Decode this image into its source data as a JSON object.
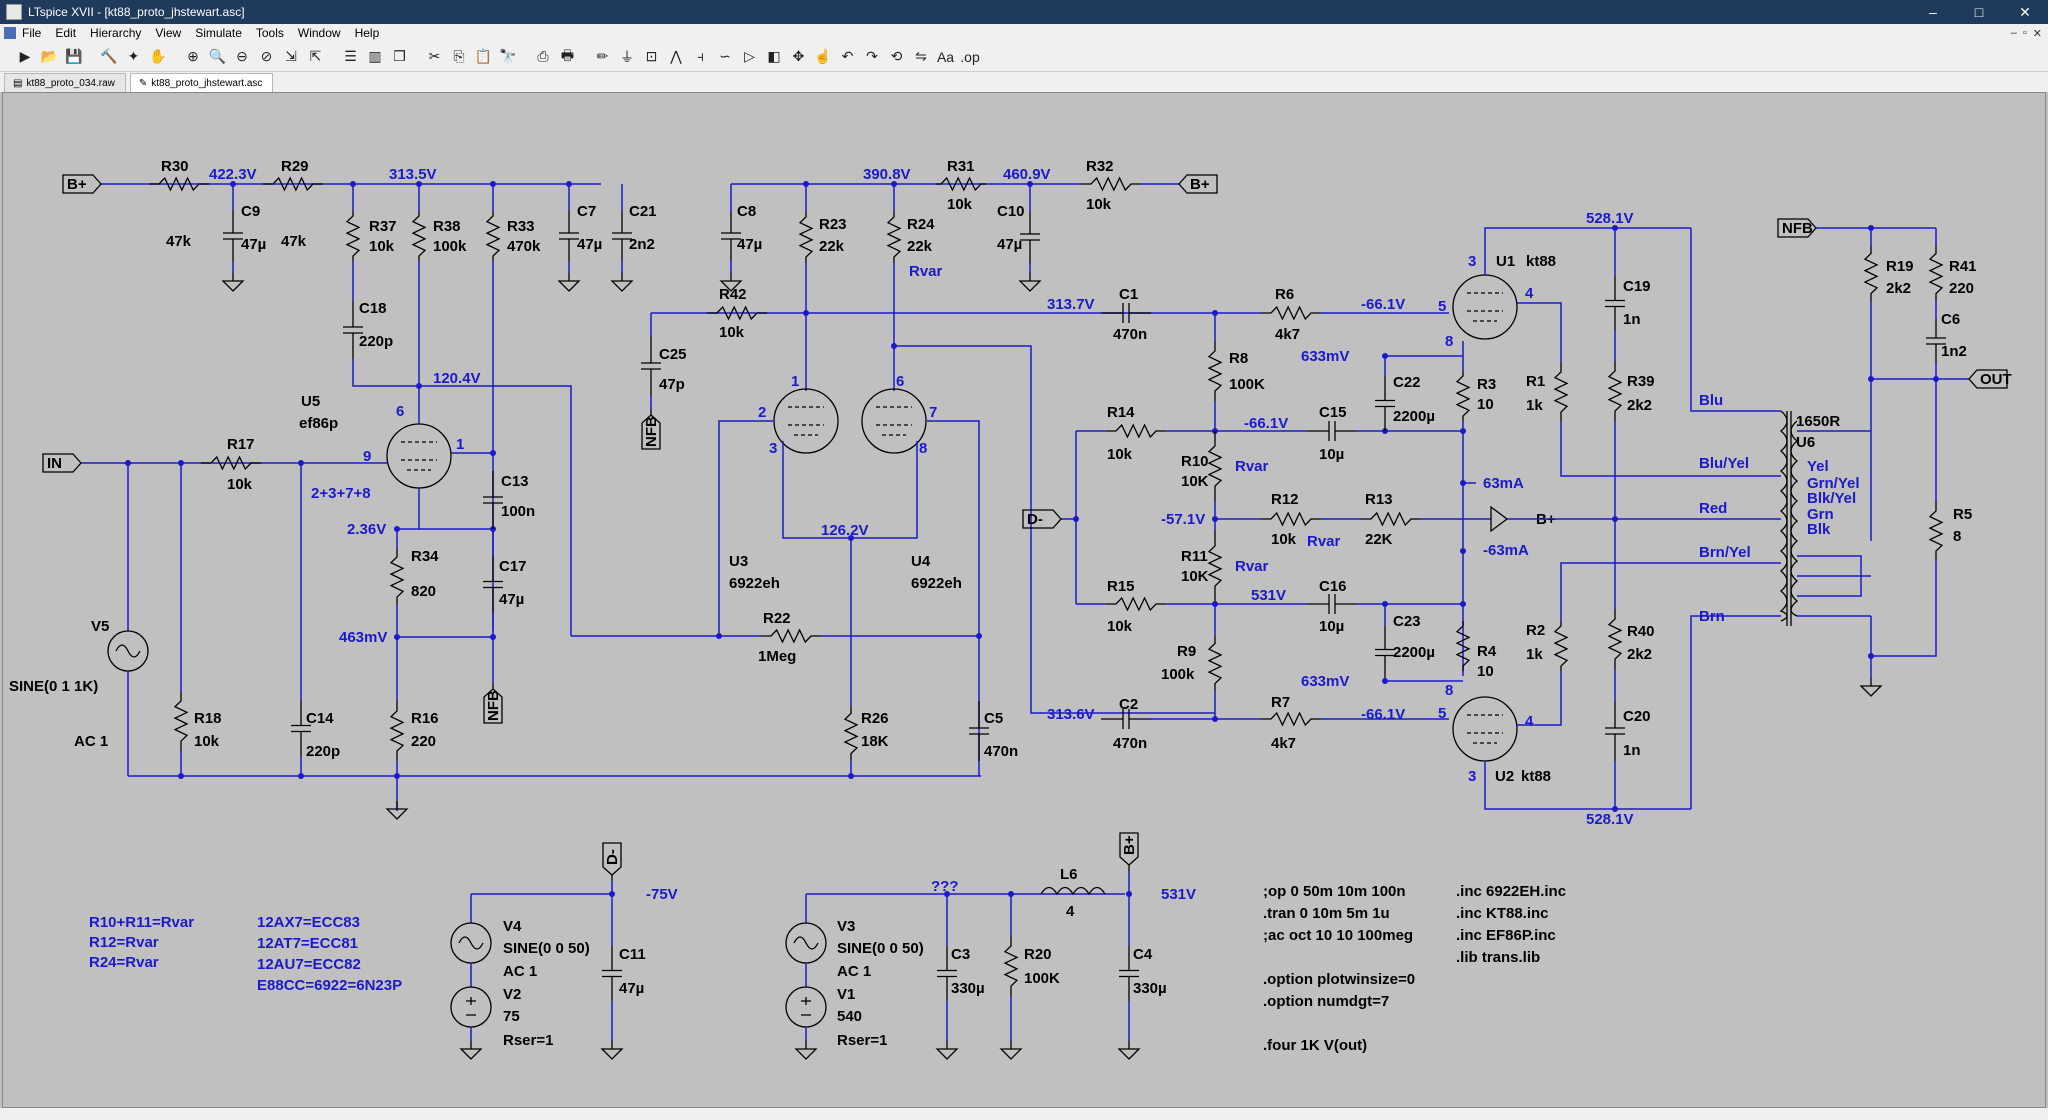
{
  "window": {
    "title": "LTspice XVII - [kt88_proto_jhstewart.asc]",
    "minimize": "–",
    "maximize": "□",
    "close": "✕"
  },
  "menu": [
    "File",
    "Edit",
    "Hierarchy",
    "View",
    "Simulate",
    "Tools",
    "Window",
    "Help"
  ],
  "mdi_controls": [
    "–",
    "▫",
    "✕"
  ],
  "toolbar_icons": [
    "run-icon",
    "open-icon",
    "save-icon",
    "control-panel-icon",
    "run-pointer-icon",
    "pan-icon",
    "zoom-in-icon",
    "zoom-area-icon",
    "zoom-out-icon",
    "zoom-cancel-icon",
    "autorange-icon",
    "fit-icon",
    "tile-horizontal-icon",
    "tile-vertical-icon",
    "cascade-icon",
    "cut-icon",
    "copy-icon",
    "paste-icon",
    "find-icon",
    "print-setup-icon",
    "print-icon",
    "draw-wire-icon",
    "ground-icon",
    "label-net-icon",
    "resistor-icon",
    "capacitor-icon",
    "inductor-icon",
    "diode-icon",
    "component-icon",
    "move-icon",
    "drag-icon",
    "undo-icon",
    "redo-icon",
    "rotate-icon",
    "mirror-icon",
    "text-icon",
    "spice-directive-icon"
  ],
  "tabs": [
    {
      "label": "kt88_proto_034.raw",
      "active": false
    },
    {
      "label": "kt88_proto_jhstewart.asc",
      "active": true
    }
  ],
  "schematic": {
    "ports": {
      "bplus": "B+",
      "in": "IN",
      "nfb": "NFB",
      "dminus": "D-",
      "out": "OUT"
    },
    "components": {
      "R30": [
        "R30",
        "47k"
      ],
      "R29": [
        "R29",
        "47k"
      ],
      "C9": [
        "C9",
        "47µ"
      ],
      "R37": [
        "R37",
        "10k"
      ],
      "R38": [
        "R38",
        "100k"
      ],
      "R33": [
        "R33",
        "470k"
      ],
      "C7": [
        "C7",
        "47µ"
      ],
      "C21": [
        "C21",
        "2n2"
      ],
      "C18": [
        "C18",
        "220p"
      ],
      "U5": [
        "U5",
        "ef86p"
      ],
      "R17": [
        "R17",
        "10k"
      ],
      "C13": [
        "C13",
        "100n"
      ],
      "R34": [
        "R34",
        "820"
      ],
      "C17": [
        "C17",
        "47µ"
      ],
      "R16": [
        "R16",
        "220"
      ],
      "V5": [
        "V5",
        "SINE(0 1 1K)",
        "AC 1"
      ],
      "R18": [
        "R18",
        "10k"
      ],
      "C14": [
        "C14",
        "220p"
      ],
      "C8": [
        "C8",
        "47µ"
      ],
      "R23": [
        "R23",
        "22k"
      ],
      "R24": [
        "R24",
        "22k",
        "Rvar"
      ],
      "R31": [
        "R31",
        "10k"
      ],
      "C10": [
        "C10",
        "47µ"
      ],
      "R32": [
        "R32",
        "10k"
      ],
      "R42": [
        "R42",
        "10k"
      ],
      "C25": [
        "C25",
        "47p"
      ],
      "U3": [
        "U3",
        "6922eh"
      ],
      "U4": [
        "U4",
        "6922eh"
      ],
      "R22": [
        "R22",
        "1Meg"
      ],
      "R26": [
        "R26",
        "18K"
      ],
      "C5": [
        "C5",
        "470n"
      ],
      "C1": [
        "C1",
        "470n"
      ],
      "C2": [
        "C2",
        "470n"
      ],
      "R8": [
        "R8",
        "100K"
      ],
      "R14": [
        "R14",
        "10k"
      ],
      "C15": [
        "C15",
        "10µ"
      ],
      "C22": [
        "C22",
        "2200µ"
      ],
      "R10": [
        "R10",
        "10K",
        "Rvar"
      ],
      "R12": [
        "R12",
        "10k",
        "Rvar"
      ],
      "R13": [
        "R13",
        "22K"
      ],
      "R11": [
        "R11",
        "10K",
        "Rvar"
      ],
      "R15": [
        "R15",
        "10k"
      ],
      "C16": [
        "C16",
        "10µ"
      ],
      "C23": [
        "C23",
        "2200µ"
      ],
      "R9": [
        "R9",
        "100k"
      ],
      "R6": [
        "R6",
        "4k7"
      ],
      "R7": [
        "R7",
        "4k7"
      ],
      "R3": [
        "R3",
        "10"
      ],
      "R4": [
        "R4",
        "10"
      ],
      "R1": [
        "R1",
        "1k"
      ],
      "R2": [
        "R2",
        "1k"
      ],
      "U1": [
        "U1",
        "kt88"
      ],
      "U2": [
        "U2",
        "kt88"
      ],
      "C19": [
        "C19",
        "1n"
      ],
      "R39": [
        "R39",
        "2k2"
      ],
      "R40": [
        "R40",
        "2k2"
      ],
      "C20": [
        "C20",
        "1n"
      ],
      "U6": [
        "1650R",
        "U6"
      ],
      "R19": [
        "R19",
        "2k2"
      ],
      "R41": [
        "R41",
        "220"
      ],
      "C6": [
        "C6",
        "1n2"
      ],
      "R5": [
        "R5",
        "8"
      ],
      "V4": [
        "V4",
        "SINE(0 0 50)",
        "AC 1"
      ],
      "V2": [
        "V2",
        "75",
        "Rser=1"
      ],
      "C11": [
        "C11",
        "47µ"
      ],
      "V3": [
        "V3",
        "SINE(0 0 50)",
        "AC 1"
      ],
      "V1": [
        "V1",
        "540",
        "Rser=1"
      ],
      "C3": [
        "C3",
        "330µ"
      ],
      "R20": [
        "R20",
        "100K"
      ],
      "L6": [
        "L6",
        "4"
      ],
      "C4": [
        "C4",
        "330µ"
      ]
    },
    "node_labels": {
      "v422": "422.3V",
      "v313a": "313.5V",
      "v390": "390.8V",
      "v460": "460.9V",
      "v528a": "528.1V",
      "v528b": "528.1V",
      "v313_7": "313.7V",
      "v313_6": "313.6V",
      "v66a": "-66.1V",
      "v66b": "-66.1V",
      "v66c": "-66.1V",
      "v57": "-57.1V",
      "v633a": "633mV",
      "v633b": "633mV",
      "v120": "120.4V",
      "v2p36": "2.36V",
      "v463": "463mV",
      "v126": "126.2V",
      "v531a": "531V",
      "i63a": "63mA",
      "i63b": "-63mA",
      "v75": "-75V",
      "vqqq": "???",
      "v531b": "531V",
      "bplus_mid": "B+",
      "p2378": "2+3+7+8",
      "pin6u5": "6",
      "pin1u5": "1",
      "pin9u5": "9",
      "pin1u3": "1",
      "pin2u3": "2",
      "pin3u3": "3",
      "pin6u4": "6",
      "pin7u4": "7",
      "pin8u4": "8",
      "pin3u1": "3",
      "pin4u1": "4",
      "pin5u1": "5",
      "pin8u1": "8",
      "pin3u2": "3",
      "pin4u2": "4",
      "pin5u2": "5",
      "pin8u2": "8"
    },
    "transformer_taps": [
      "Blu",
      "Blu/Yel",
      "Red",
      "Brn/Yel",
      "Brn",
      "Yel",
      "Grn/Yel",
      "Blk/Yel",
      "Grn",
      "Blk"
    ],
    "notes_left": [
      "R10+R11=Rvar",
      "R12=Rvar",
      "R24=Rvar"
    ],
    "notes_tubes": [
      "12AX7=ECC83",
      "12AT7=ECC81",
      "12AU7=ECC82",
      "E88CC=6922=6N23P"
    ],
    "directives": [
      ";op 0 50m 10m 100n",
      ".tran 0 10m 5m 1u",
      ";ac oct 10 10 100meg",
      "",
      ".option plotwinsize=0",
      ".option numdgt=7",
      "",
      ".four 1K V(out)"
    ],
    "includes": [
      ".inc 6922EH.inc",
      ".inc KT88.inc",
      ".inc EF86P.inc",
      ".lib trans.lib"
    ]
  }
}
